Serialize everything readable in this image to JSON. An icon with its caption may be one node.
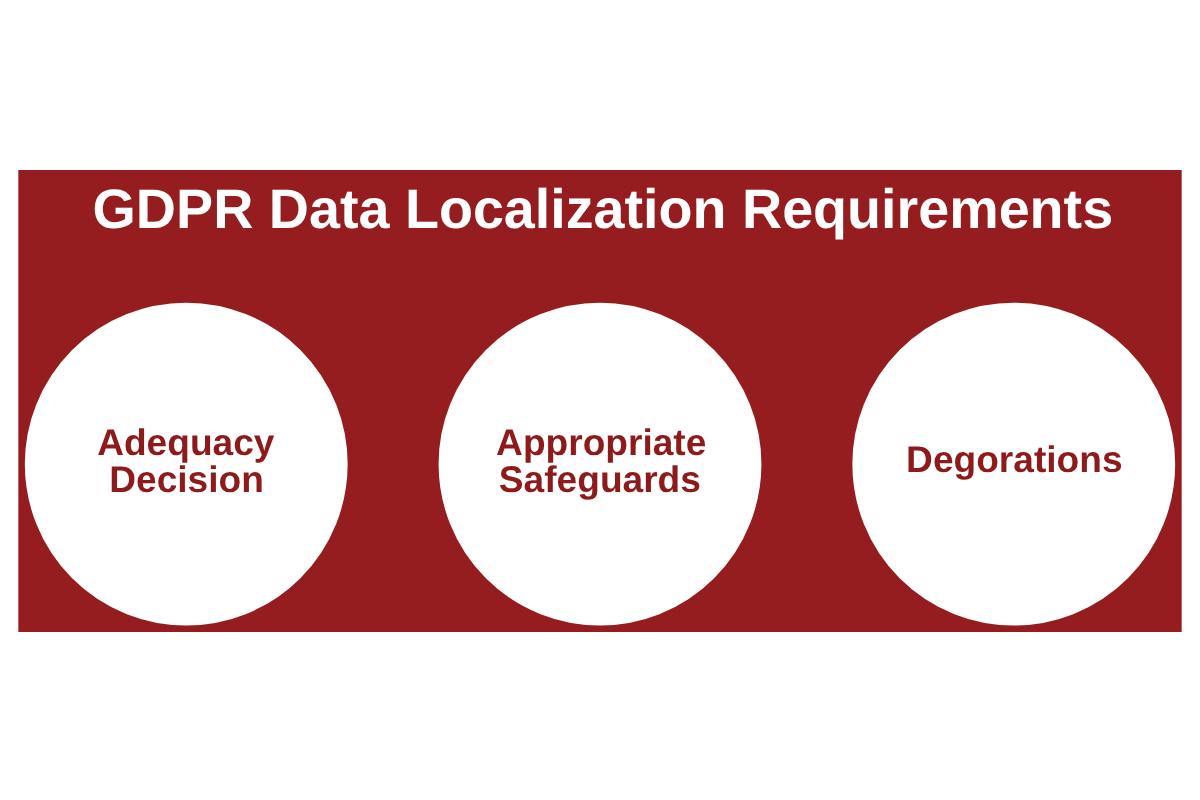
{
  "diagram": {
    "title": "GDPR Data Localization Requirements",
    "nodes": [
      {
        "text": [
          "Adequacy Decision"
        ]
      },
      {
        "text": [
          "Appropriate Safeguards"
        ]
      },
      {
        "text": [
          "Degorations"
        ]
      }
    ]
  }
}
